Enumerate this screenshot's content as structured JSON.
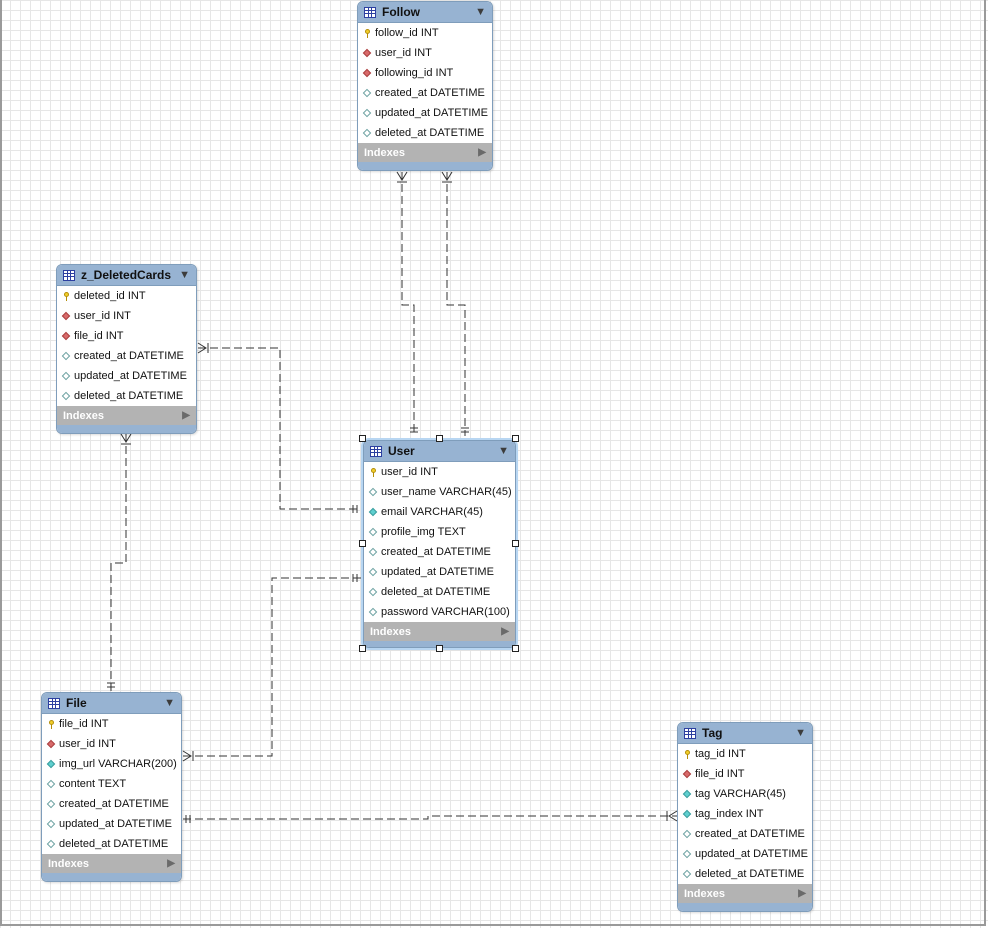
{
  "indexes_label": "Indexes",
  "menu_glyph": "▼",
  "expand_glyph": "▶",
  "tables": [
    {
      "id": "follow",
      "name": "Follow",
      "selected": false,
      "columns": [
        {
          "name": "follow_id INT",
          "kind": "pk"
        },
        {
          "name": "user_id INT",
          "kind": "fk"
        },
        {
          "name": "following_id INT",
          "kind": "fk"
        },
        {
          "name": "created_at DATETIME",
          "kind": "plain"
        },
        {
          "name": "updated_at DATETIME",
          "kind": "plain"
        },
        {
          "name": "deleted_at DATETIME",
          "kind": "plain"
        }
      ]
    },
    {
      "id": "deletedcards",
      "name": "z_DeletedCards",
      "selected": false,
      "columns": [
        {
          "name": "deleted_id INT",
          "kind": "pk"
        },
        {
          "name": "user_id INT",
          "kind": "fk"
        },
        {
          "name": "file_id INT",
          "kind": "fk"
        },
        {
          "name": "created_at DATETIME",
          "kind": "plain"
        },
        {
          "name": "updated_at DATETIME",
          "kind": "plain"
        },
        {
          "name": "deleted_at DATETIME",
          "kind": "plain"
        }
      ]
    },
    {
      "id": "user",
      "name": "User",
      "selected": true,
      "columns": [
        {
          "name": "user_id INT",
          "kind": "pk"
        },
        {
          "name": "user_name VARCHAR(45)",
          "kind": "plain"
        },
        {
          "name": "email VARCHAR(45)",
          "kind": "nn"
        },
        {
          "name": "profile_img TEXT",
          "kind": "plain"
        },
        {
          "name": "created_at DATETIME",
          "kind": "plain"
        },
        {
          "name": "updated_at DATETIME",
          "kind": "plain"
        },
        {
          "name": "deleted_at DATETIME",
          "kind": "plain"
        },
        {
          "name": "password VARCHAR(100)",
          "kind": "plain"
        }
      ]
    },
    {
      "id": "file",
      "name": "File",
      "selected": false,
      "columns": [
        {
          "name": "file_id INT",
          "kind": "pk"
        },
        {
          "name": "user_id INT",
          "kind": "fk"
        },
        {
          "name": "img_url VARCHAR(200)",
          "kind": "nn"
        },
        {
          "name": "content TEXT",
          "kind": "plain"
        },
        {
          "name": "created_at DATETIME",
          "kind": "plain"
        },
        {
          "name": "updated_at DATETIME",
          "kind": "plain"
        },
        {
          "name": "deleted_at DATETIME",
          "kind": "plain"
        }
      ]
    },
    {
      "id": "tag",
      "name": "Tag",
      "selected": false,
      "columns": [
        {
          "name": "tag_id INT",
          "kind": "pk"
        },
        {
          "name": "file_id INT",
          "kind": "fk"
        },
        {
          "name": "tag VARCHAR(45)",
          "kind": "nn"
        },
        {
          "name": "tag_index INT",
          "kind": "nn"
        },
        {
          "name": "created_at DATETIME",
          "kind": "plain"
        },
        {
          "name": "updated_at DATETIME",
          "kind": "plain"
        },
        {
          "name": "deleted_at DATETIME",
          "kind": "plain"
        }
      ]
    }
  ],
  "relationships": [
    {
      "from": "follow",
      "to": "user",
      "cardinality": "many-to-one"
    },
    {
      "from": "follow",
      "to": "user",
      "cardinality": "many-to-one"
    },
    {
      "from": "z_DeletedCards",
      "to": "user",
      "cardinality": "many-to-one"
    },
    {
      "from": "z_DeletedCards",
      "to": "file",
      "cardinality": "many-to-one"
    },
    {
      "from": "file",
      "to": "user",
      "cardinality": "many-to-one"
    },
    {
      "from": "tag",
      "to": "file",
      "cardinality": "many-to-one"
    }
  ],
  "colors": {
    "header": "#97b3d2",
    "border": "#7f9dbb",
    "indexes_bar": "#b3b3b3",
    "pk_key": "#f2cf2b",
    "fk_diamond": "#d86a6a",
    "nn_diamond": "#5fcfcf"
  }
}
